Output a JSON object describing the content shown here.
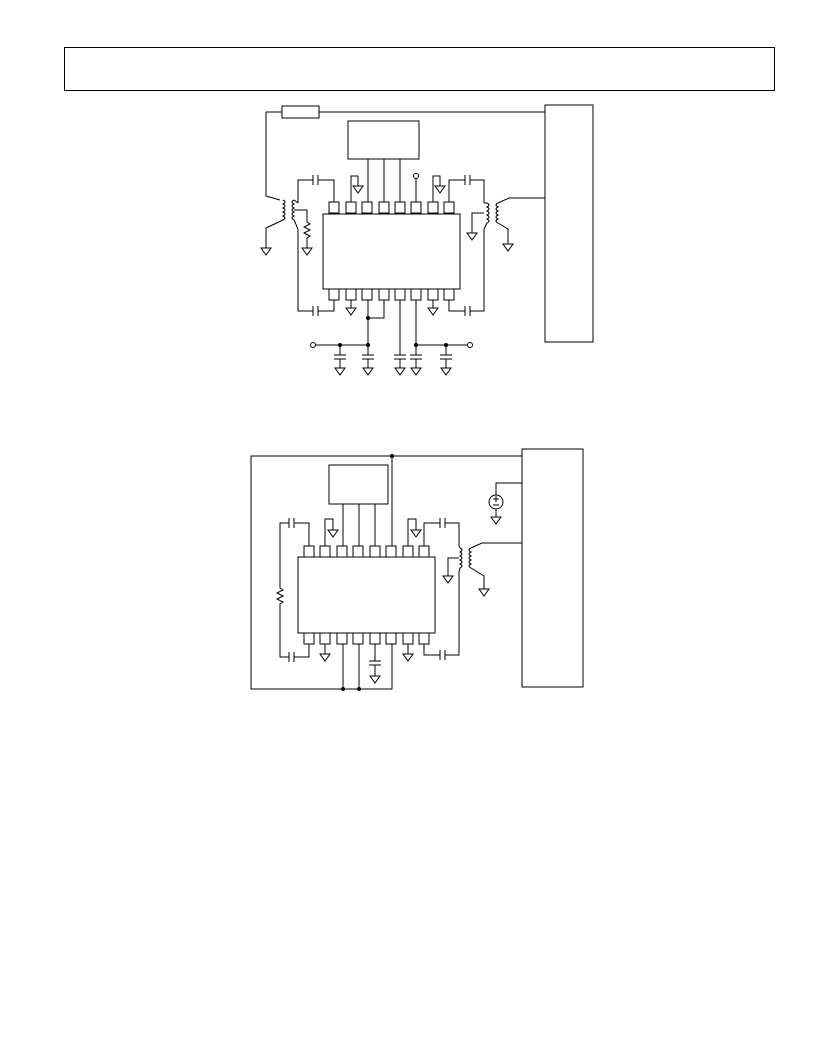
{
  "header": {
    "title": ""
  },
  "figures": [
    {
      "name": "circuit-1",
      "parts": [
        "ic",
        "controller-block",
        "resistor",
        "transformer-left",
        "transformer-right",
        "connector-block",
        "decoupling-capacitors"
      ]
    },
    {
      "name": "circuit-2",
      "parts": [
        "ic",
        "controller-block",
        "transformer",
        "connector-block",
        "voltage-source"
      ]
    }
  ],
  "colors": {
    "ink": "#000000",
    "background": "#ffffff"
  }
}
